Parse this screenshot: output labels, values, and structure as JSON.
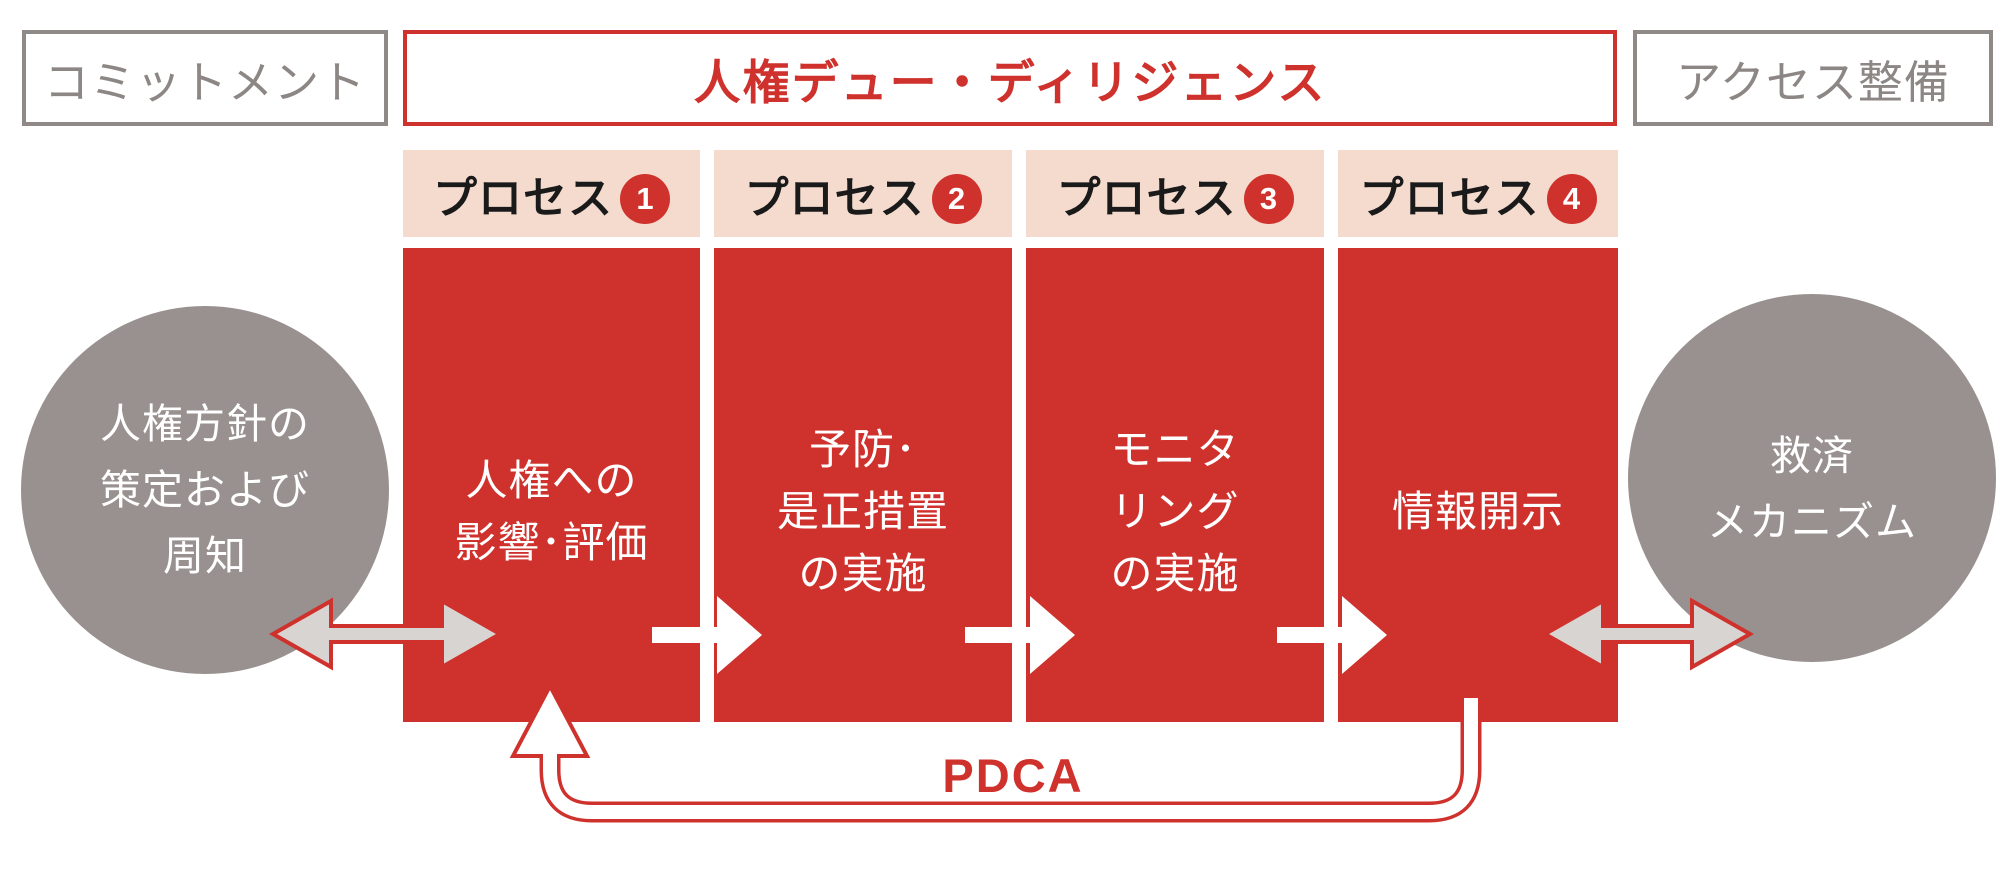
{
  "diagram": {
    "left_header": "コミットメント",
    "title": "人権デュー・ディリジェンス",
    "right_header": "アクセス整備",
    "left_circle": {
      "lines": [
        "人権方針の",
        "策定および",
        "周知"
      ]
    },
    "right_circle": {
      "lines": [
        "救済",
        "メカニズム"
      ]
    },
    "processes": [
      {
        "header": "プロセス",
        "number": "1",
        "lines": [
          "人権への",
          "影響･評価"
        ]
      },
      {
        "header": "プロセス",
        "number": "2",
        "lines": [
          "予防･",
          "是正措置",
          "の実施"
        ]
      },
      {
        "header": "プロセス",
        "number": "3",
        "lines": [
          "モニタ",
          "リング",
          "の実施"
        ]
      },
      {
        "header": "プロセス",
        "number": "4",
        "lines": [
          "情報開示"
        ]
      }
    ],
    "pdca_label": "PDCA",
    "colors": {
      "red": "#cf312c",
      "header_pink": "#f4dbce",
      "circle_gray": "#98918f",
      "box_border_gray": "#8f8987",
      "arrow_gray": "#d8d4d2",
      "text_white": "#ffffff",
      "text_black": "#1a1a1a"
    }
  }
}
